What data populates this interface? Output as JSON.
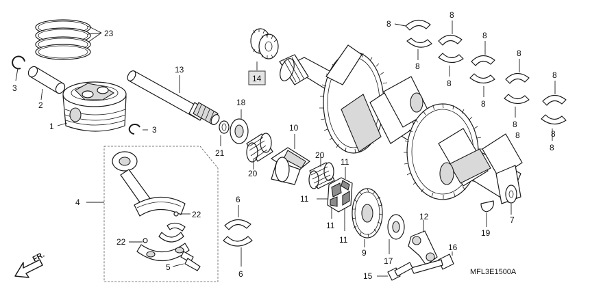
{
  "diagram": {
    "code": "MFL3E1500A",
    "direction_label": "FR.",
    "callouts": {
      "c1": "1",
      "c2": "2",
      "c3a": "3",
      "c3b": "3",
      "c4": "4",
      "c5": "5",
      "c6a": "6",
      "c6b": "6",
      "c7": "7",
      "c8a": "8",
      "c8b": "8",
      "c8c": "8",
      "c8d": "8",
      "c8e": "8",
      "c8f": "8",
      "c8g": "8",
      "c8h": "8",
      "c8i": "8",
      "c8j": "8",
      "c8k": "8",
      "c8l": "8",
      "c9": "9",
      "c10": "10",
      "c11a": "11",
      "c11b": "11",
      "c11c": "11",
      "c11d": "11",
      "c12": "12",
      "c13": "13",
      "c14": "14",
      "c15": "15",
      "c16": "16",
      "c17": "17",
      "c18": "18",
      "c19": "19",
      "c20a": "20",
      "c20b": "20",
      "c21": "21",
      "c22a": "22",
      "c22b": "22",
      "c23": "23"
    }
  }
}
